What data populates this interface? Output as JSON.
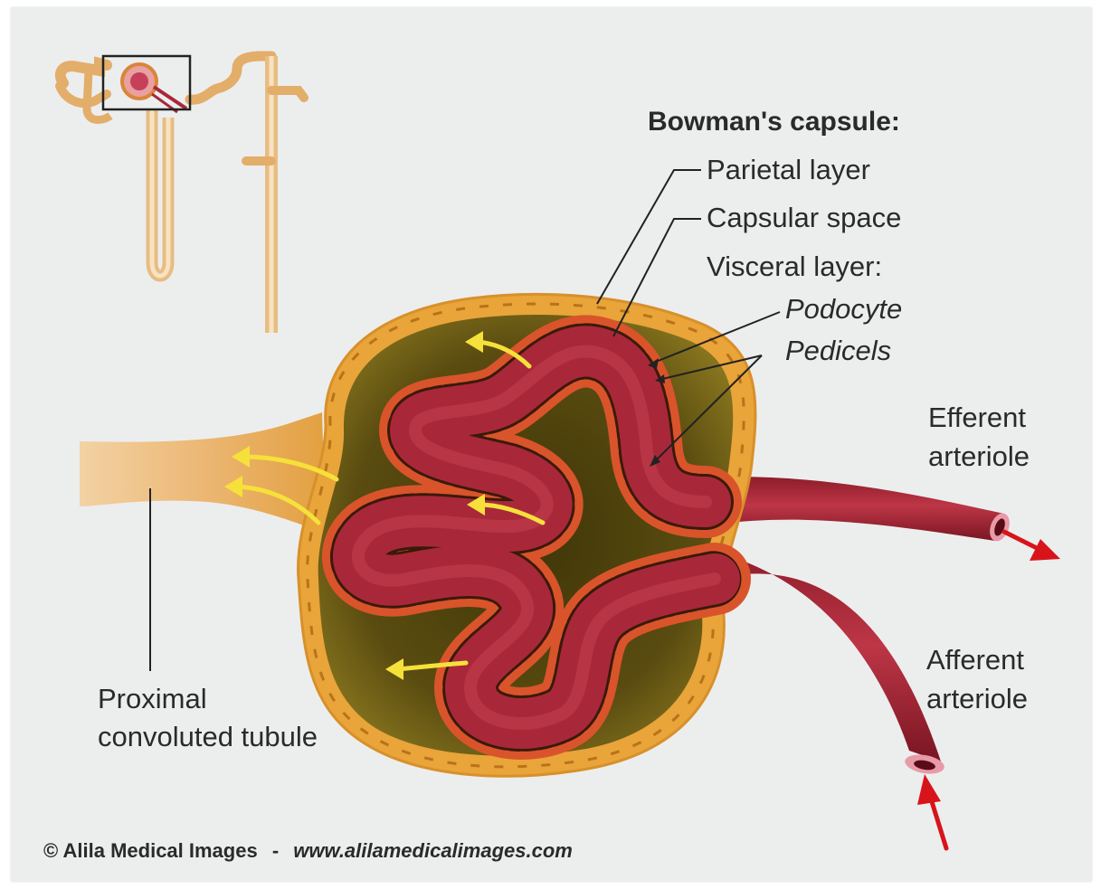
{
  "labels": {
    "bowmans_capsule": "Bowman's capsule:",
    "parietal_layer": "Parietal layer",
    "capsular_space": "Capsular space",
    "visceral_layer": "Visceral layer:",
    "podocyte": "Podocyte",
    "pedicels": "Pedicels",
    "efferent_line1": "Efferent",
    "efferent_line2": "arteriole",
    "afferent_line1": "Afferent",
    "afferent_line2": "arteriole",
    "proximal_line1": "Proximal",
    "proximal_line2": "convoluted tubule"
  },
  "copyright": {
    "owner": "© Alila Medical Images",
    "separator": "-",
    "url": "www.alilamedicalimages.com"
  },
  "colors": {
    "background": "#eceeee",
    "capsule": "#e9a43a",
    "capsular_space": "#6b5a14",
    "capillary": "#a8283a",
    "podocyte": "#d9542b",
    "filtrate_arrow": "#f5e13a",
    "flow_arrow": "#d8141b",
    "nephron_inset": "#e9b678"
  },
  "icons": [
    "filtrate-flow-arrow",
    "blood-flow-arrow",
    "nephron-inset-thumbnail"
  ]
}
